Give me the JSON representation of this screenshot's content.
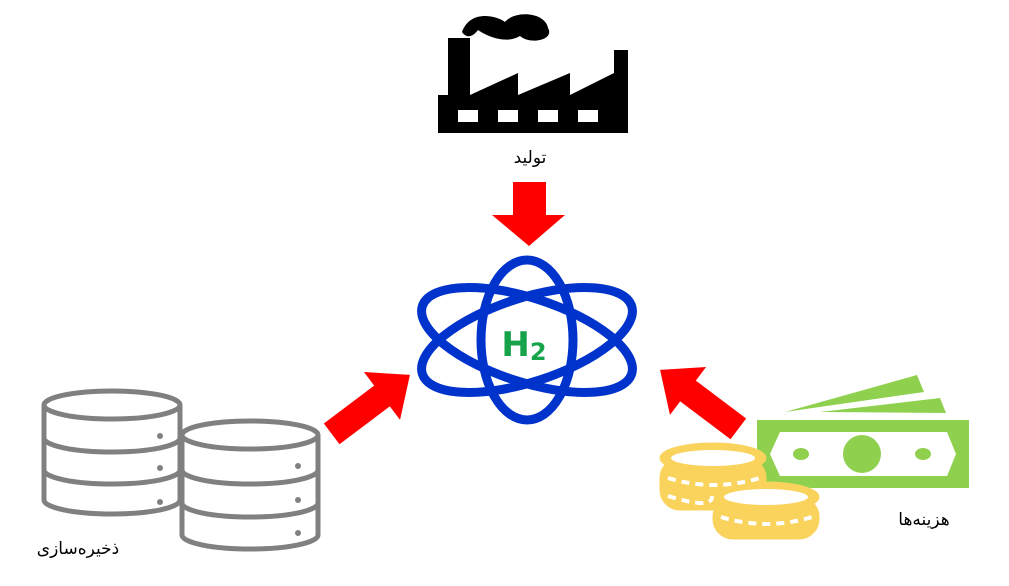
{
  "labels": {
    "production": "تولید",
    "storage": "ذخیره‌سازی",
    "costs": "هزینه‌ها",
    "center": "H2"
  },
  "icons": [
    "factory-icon",
    "hydrogen-atom-icon",
    "database-storage-icon",
    "money-coins-icon",
    "arrow-icon"
  ],
  "colors": {
    "arrow": "#ff0000",
    "atom": "#0033cc",
    "h2": "#16a34a",
    "bill": "#8fd14f",
    "coins": "#fad35c",
    "db": "#808080"
  }
}
